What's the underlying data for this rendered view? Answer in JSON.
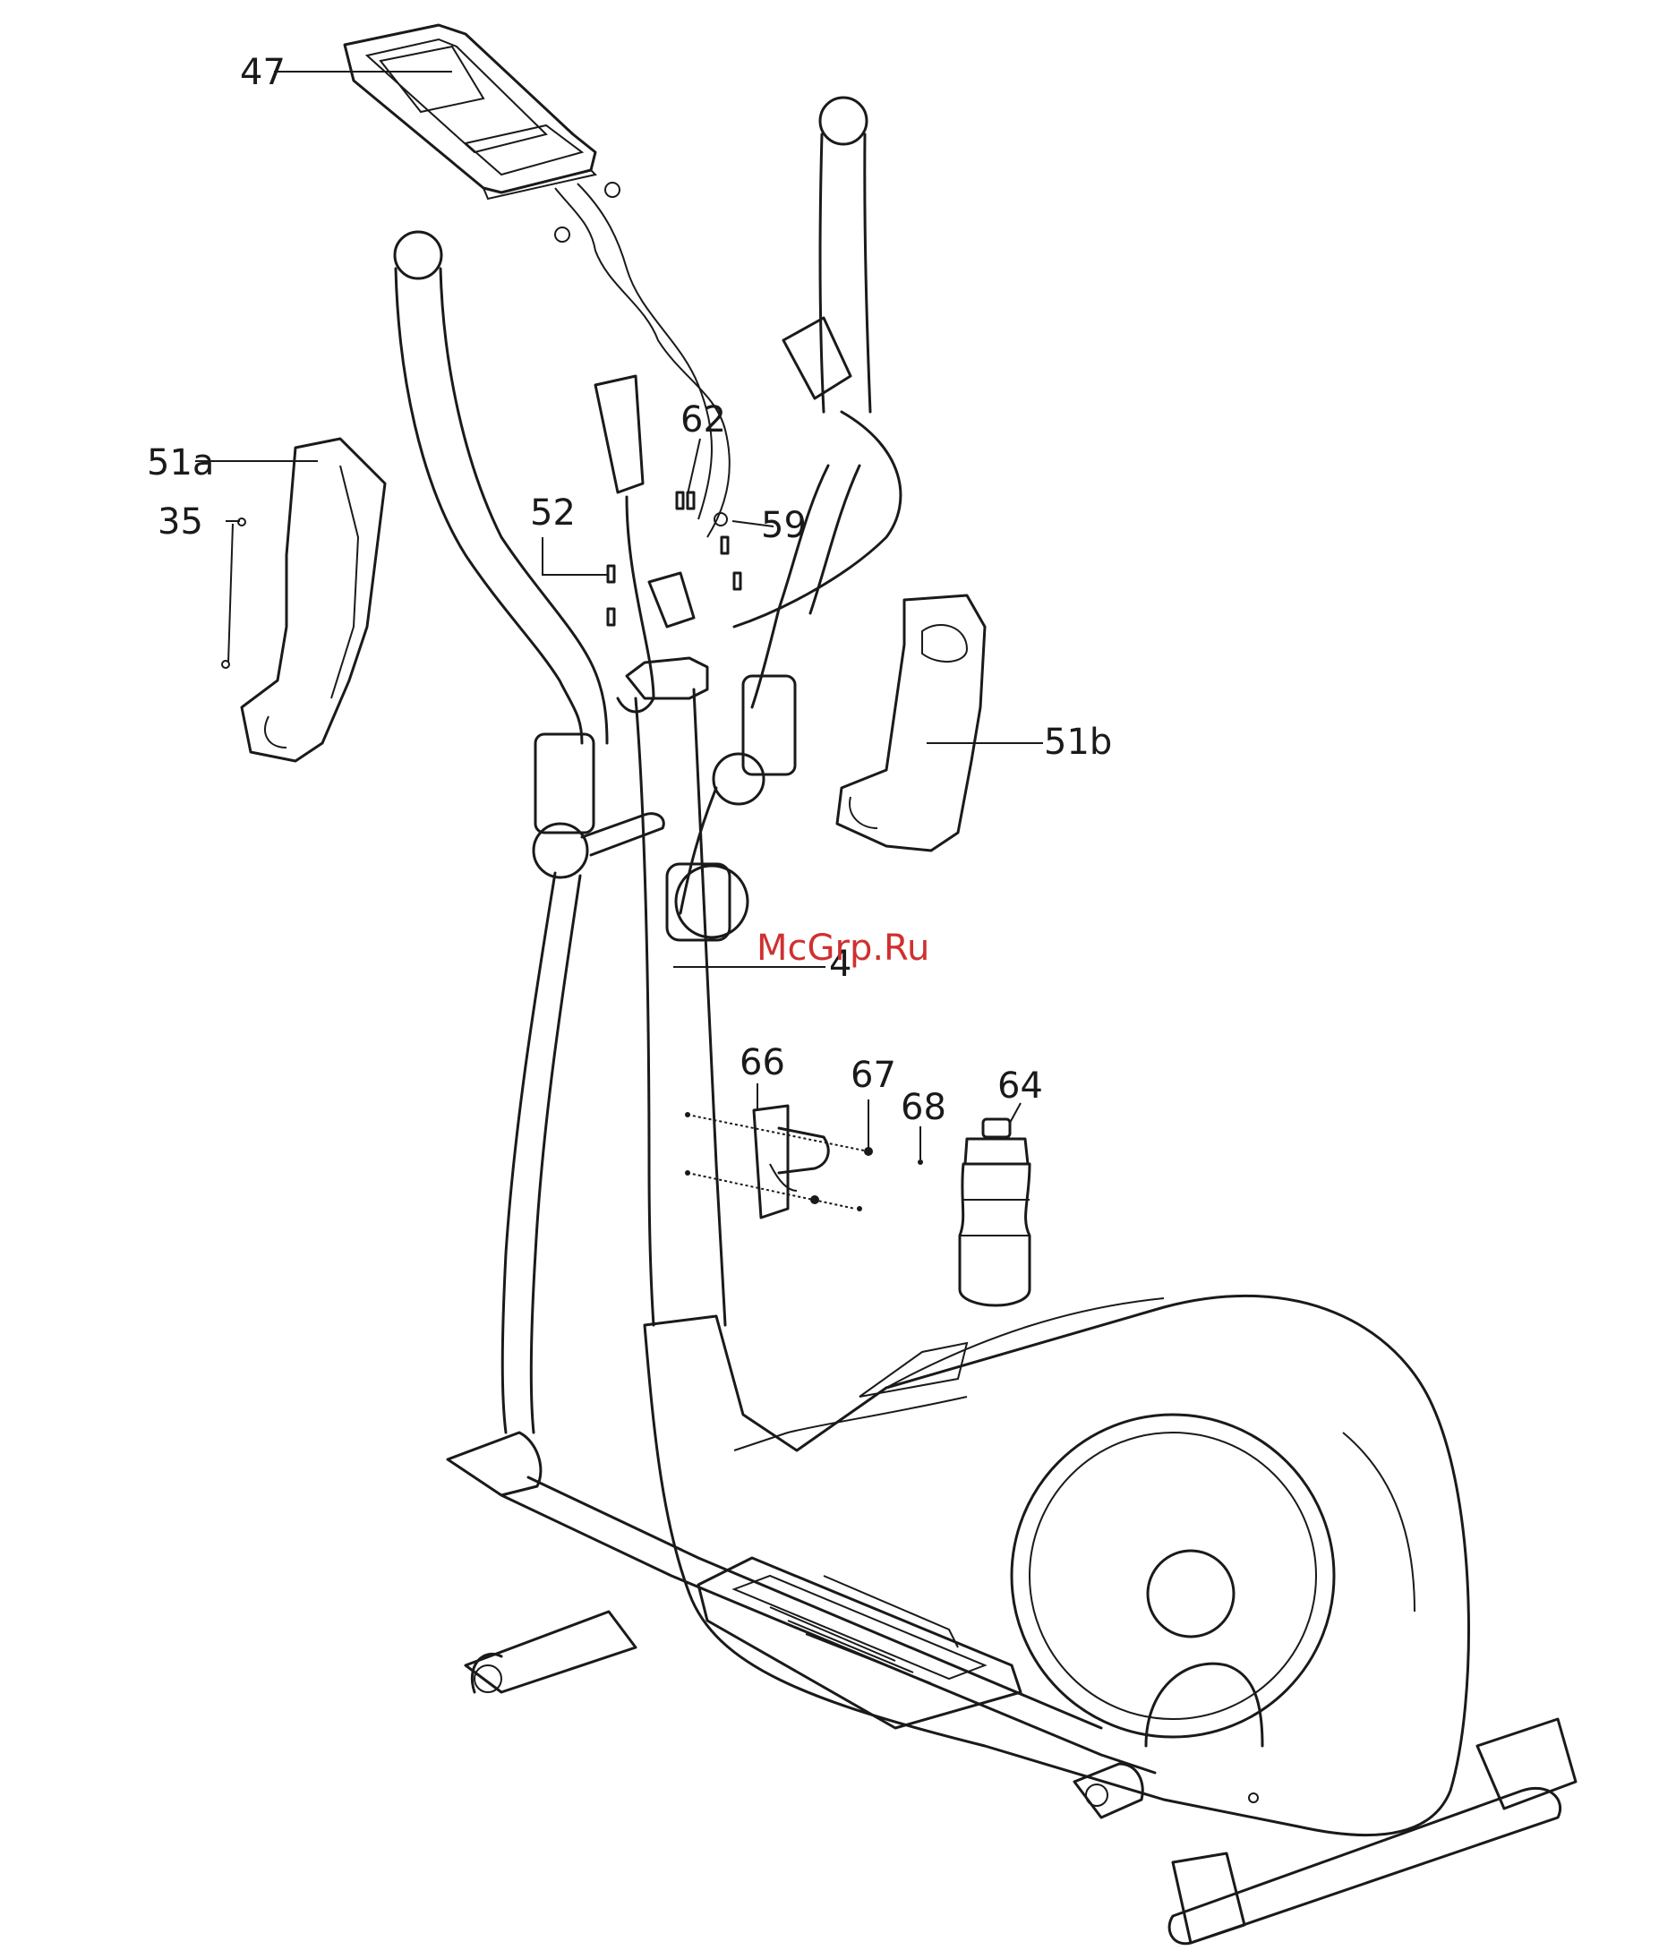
{
  "diagram": {
    "callouts": {
      "c47": "47",
      "c62": "62",
      "c51a": "51a",
      "c35": "35",
      "c52": "52",
      "c59": "59",
      "c51b": "51b",
      "c4": "4",
      "c66": "66",
      "c67": "67",
      "c68": "68",
      "c64": "64"
    },
    "watermark": {
      "text": "McGrp.Ru",
      "color": "#d03030"
    },
    "line_color": "#1a1a1a"
  }
}
